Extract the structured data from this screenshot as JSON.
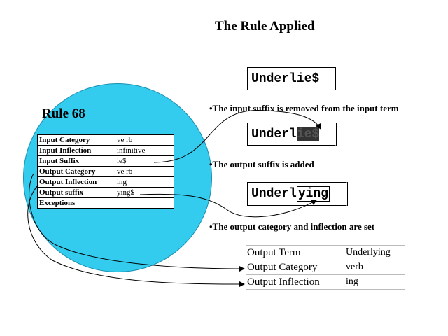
{
  "title": "The Rule Applied",
  "rule": {
    "label": "Rule 68",
    "rows": [
      {
        "key": "Input Category",
        "value": "ve rb"
      },
      {
        "key": "Input Inflection",
        "value": "infinitive"
      },
      {
        "key": "Input Suffix",
        "value": "ie$"
      },
      {
        "key": "Output Category",
        "value": "ve rb"
      },
      {
        "key": "Output Inflection",
        "value": "ing"
      },
      {
        "key": "Output suffix",
        "value": "ying$"
      },
      {
        "key": "Exceptions",
        "value": ""
      }
    ]
  },
  "terms": {
    "original": "Underlie$",
    "stripped_stem": "Underl",
    "stripped_suffix": "ie$",
    "result_stem": "Underl",
    "result_suffix": "ying"
  },
  "bullets": {
    "b1": "•The input suffix is removed from the input term",
    "b2": "•The output suffix is added",
    "b3": "•The output category and inflection are set"
  },
  "output": {
    "rows": [
      {
        "key": "Output Term",
        "value": "Underlying"
      },
      {
        "key": "Output Category",
        "value": "verb"
      },
      {
        "key": "Output Inflection",
        "value": "ing"
      }
    ]
  },
  "colors": {
    "circle": "#33ccee",
    "highlight": "#333333"
  }
}
